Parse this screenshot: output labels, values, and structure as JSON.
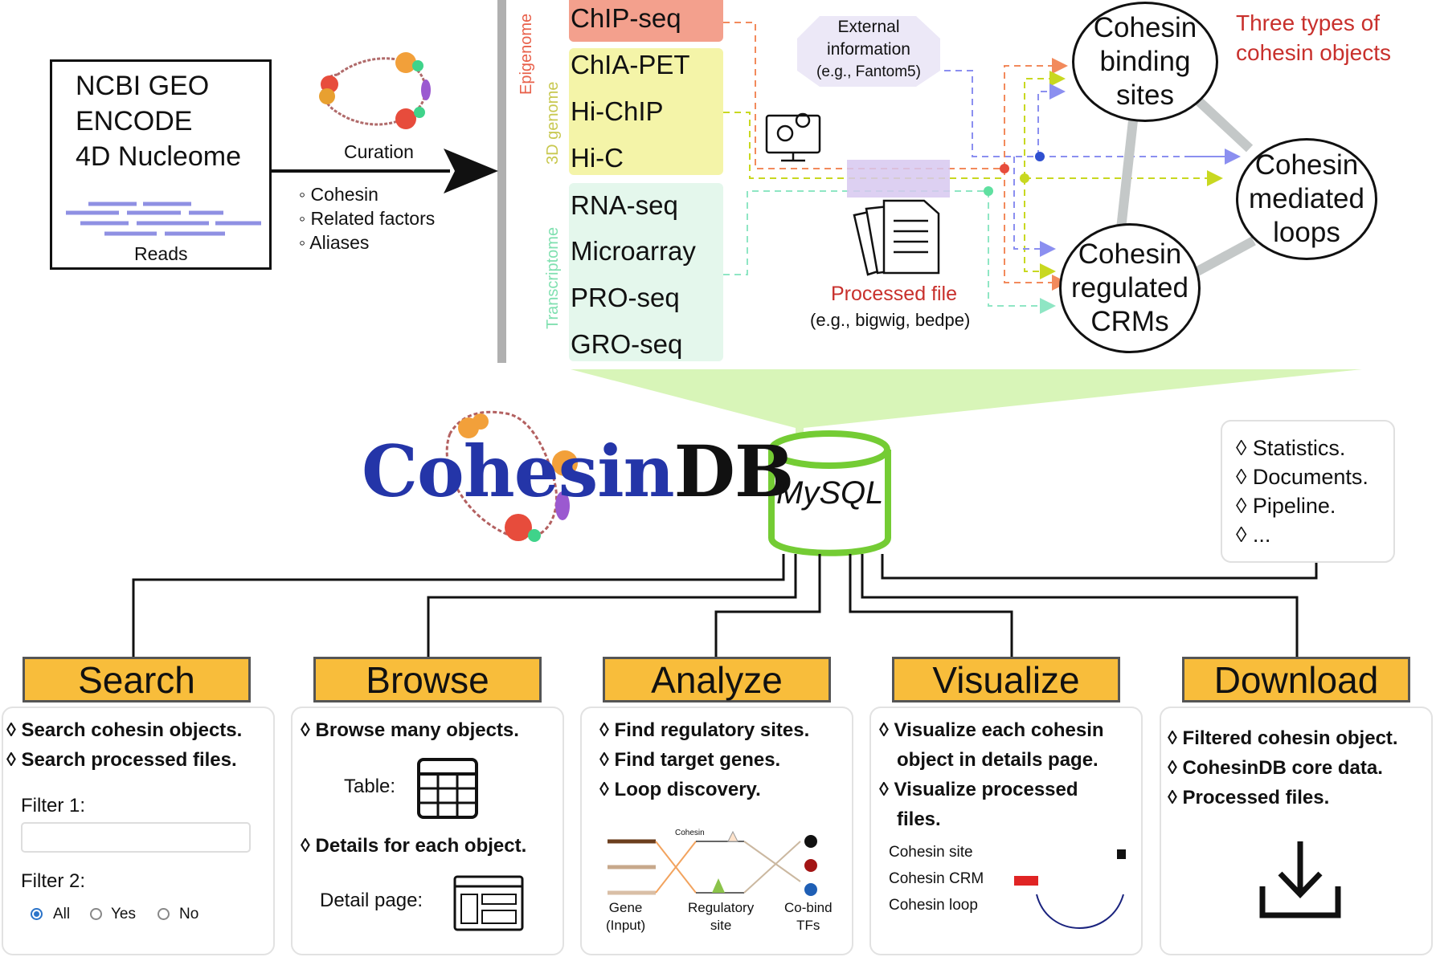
{
  "sources": {
    "lines": [
      "NCBI GEO",
      "ENCODE",
      "4D Nucleome"
    ],
    "reads_label": "Reads"
  },
  "curation": {
    "label": "Curation",
    "items": [
      "◦ Cohesin",
      "◦ Related factors",
      "◦ Aliases"
    ]
  },
  "categories": {
    "epigenome": "Epigenome",
    "genome3d": "3D genome",
    "transcriptome": "Transcriptome"
  },
  "data_types": {
    "epigenome": [
      "ChIP-seq"
    ],
    "genome3d": [
      "ChIA-PET",
      "Hi-ChIP",
      "Hi-C"
    ],
    "transcriptome": [
      "RNA-seq",
      "Microarray",
      "PRO-seq",
      "GRO-seq"
    ]
  },
  "external": [
    "External",
    "information",
    "(e.g., Fantom5)"
  ],
  "processed": {
    "title": "Processed file",
    "example": "(e.g., bigwig, bedpe)"
  },
  "objects": {
    "heading": [
      "Three types of",
      "cohesin objects"
    ],
    "binding": [
      "Cohesin",
      "binding",
      "sites"
    ],
    "loops": [
      "Cohesin",
      "mediated",
      "loops"
    ],
    "crms": [
      "Cohesin",
      "regulated",
      "CRMs"
    ]
  },
  "database": {
    "logo_a": "Co",
    "logo_b": "hesin",
    "logo_c": "DB",
    "mysql": "MySQL"
  },
  "extras": [
    "◊ Statistics.",
    "◊ Documents.",
    "◊ Pipeline.",
    "◊ ..."
  ],
  "modules": {
    "search": {
      "title": "Search",
      "bullets": [
        "◊ Search cohesin objects.",
        "◊ Search processed files."
      ],
      "filter1": "Filter 1:",
      "filter2": "Filter 2:",
      "options": [
        "All",
        "Yes",
        "No"
      ]
    },
    "browse": {
      "title": "Browse",
      "bullet1": "◊ Browse many objects.",
      "table_label": "Table:",
      "bullet2": "◊ Details for each object.",
      "detail_label": "Detail page:"
    },
    "analyze": {
      "title": "Analyze",
      "bullets": [
        "◊ Find regulatory sites.",
        "◊ Find target genes.",
        "◊ Loop discovery."
      ],
      "cohesin_tag": "Cohesin",
      "col1": [
        "Gene",
        "(Input)"
      ],
      "col2": [
        "Regulatory",
        "site"
      ],
      "col3": [
        "Co-bind",
        "TFs"
      ]
    },
    "visualize": {
      "title": "Visualize",
      "bullets": [
        "◊ Visualize each cohesin",
        "object in details page.",
        "◊ Visualize processed",
        "files."
      ],
      "legend": [
        "Cohesin site",
        "Cohesin CRM",
        "Cohesin loop"
      ]
    },
    "download": {
      "title": "Download",
      "bullets": [
        "◊ Filtered cohesin object.",
        "◊ CohesinDB core data.",
        "◊ Processed files."
      ]
    }
  },
  "colors": {
    "epigenome": "#f3a08d",
    "genome3d": "#f4f4a8",
    "transcriptome": "#e4f7ec",
    "header": "#f8bd3b",
    "mysql": "#74cc34",
    "logo_blue": "#2435a8",
    "highlight": "#d7c8f0"
  }
}
